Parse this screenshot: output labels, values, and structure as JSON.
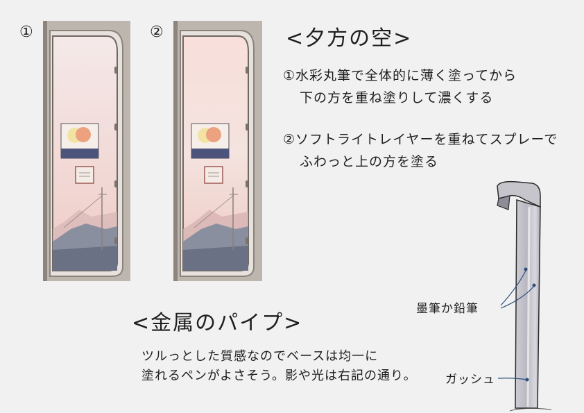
{
  "panels": [
    {
      "number": "①"
    },
    {
      "number": "②"
    }
  ],
  "sky_section": {
    "heading": "<夕方の空>",
    "steps": [
      {
        "line1": "①水彩丸筆で全体的に薄く塗ってから",
        "line2": "下の方を重ね塗りして濃くする"
      },
      {
        "line1": "②ソフトライトレイヤーを重ねてスプレーで",
        "line2": "ふわっと上の方を塗る"
      }
    ]
  },
  "pipe_section": {
    "heading": "<金属のパイプ>",
    "description_line1": "ツルっとした質感なのでベースは均一に",
    "description_line2": "塗れるペンがよさそう。影や光は右記の通り。",
    "annotations": [
      {
        "label": "墨筆か鉛筆"
      },
      {
        "label": "ガッシュ"
      }
    ]
  },
  "colors": {
    "background": "#f1f1f1",
    "frame": "#b9b2aa",
    "sky_top": "#f3e6e6",
    "sky_bottom": "#f0d0cb",
    "annotation_dot": "#2c4f7c"
  }
}
